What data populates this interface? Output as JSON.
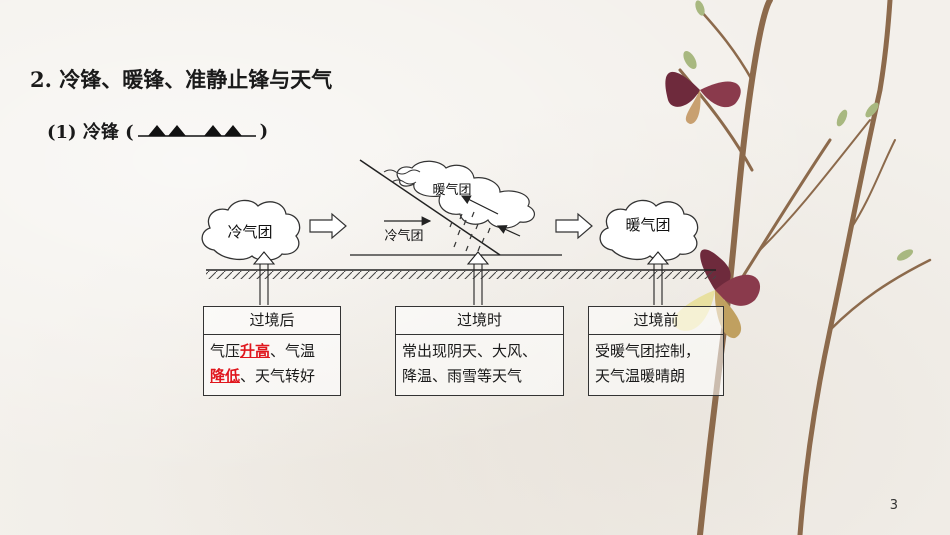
{
  "heading": "2. 冷锋、暖锋、准静止锋与天气",
  "subheading": {
    "open": "(1) 冷锋 (",
    "close": " )"
  },
  "diagram": {
    "left_cloud": "冷气团",
    "center_warm": "暖气团",
    "center_cold": "冷气团",
    "right_cloud": "暖气团"
  },
  "boxes": {
    "after": {
      "title": "过境后",
      "line1_a": "气压",
      "line1_hl": "升高",
      "line1_b": "、气温",
      "line2_hl": "降低",
      "line2_b": "、天气转好"
    },
    "during": {
      "title": "过境时",
      "line1": "常出现阴天、大风、",
      "line2": "降温、雨雪等天气"
    },
    "before": {
      "title": "过境前",
      "line1": "受暖气团控制，",
      "line2": "天气温暖晴朗"
    }
  },
  "page_number": "3",
  "colors": {
    "highlight": "#e0161d",
    "line": "#333333",
    "butterfly": "#6e2a3c"
  }
}
